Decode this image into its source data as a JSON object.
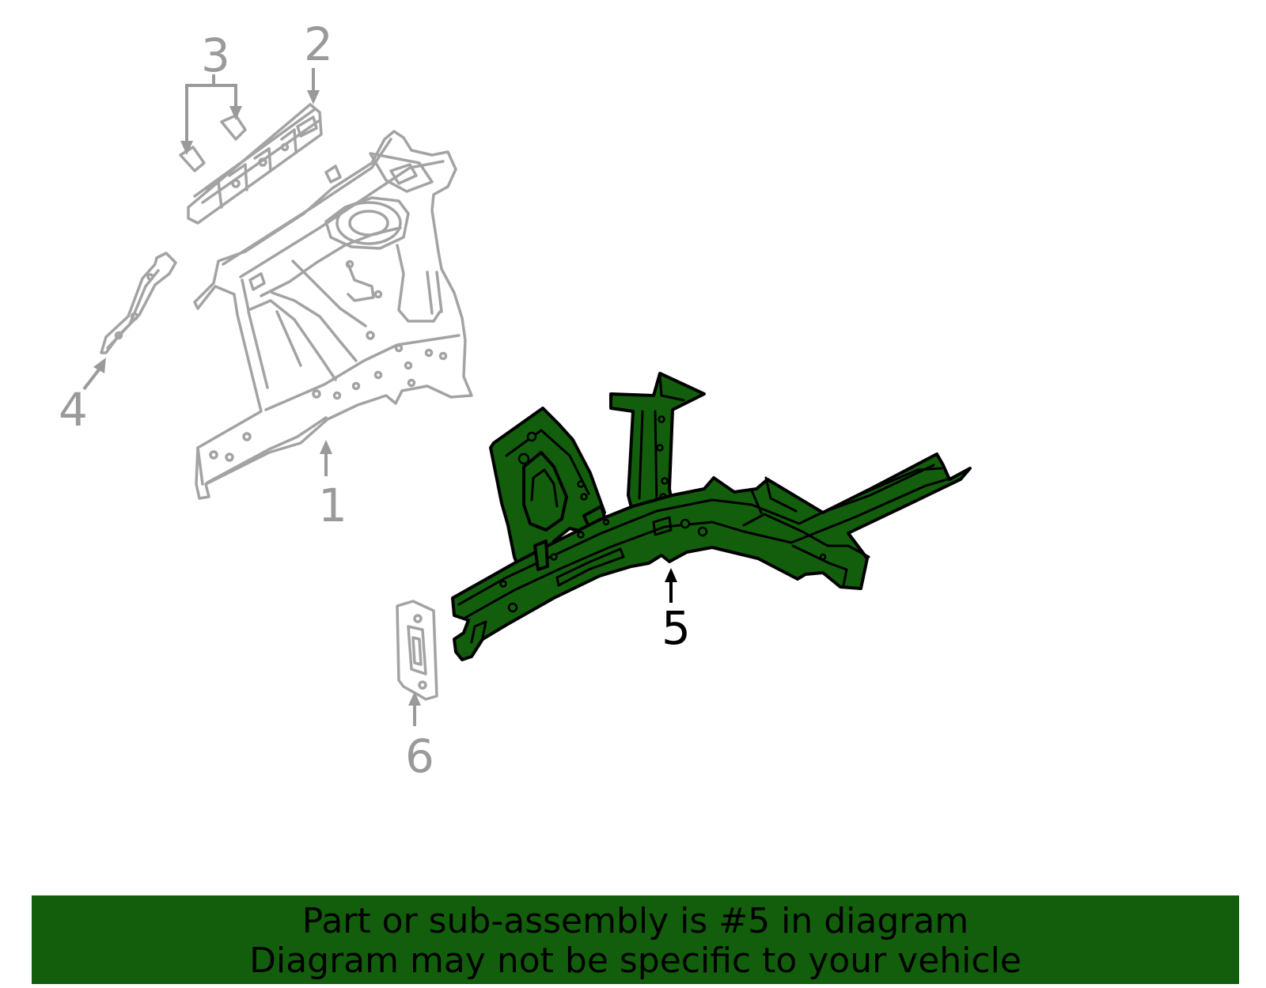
{
  "callouts": {
    "c1": "1",
    "c2": "2",
    "c3": "3",
    "c4": "4",
    "c5": "5",
    "c6": "6"
  },
  "highlighted_part": "5",
  "footer": {
    "line1": "Part or sub-assembly is #5 in diagram",
    "line2": "Diagram may not be specific to your vehicle"
  },
  "colors": {
    "highlight_fill": "#135e0c",
    "ghost_outline": "#a3a3a3",
    "banner": "#135e0c"
  }
}
